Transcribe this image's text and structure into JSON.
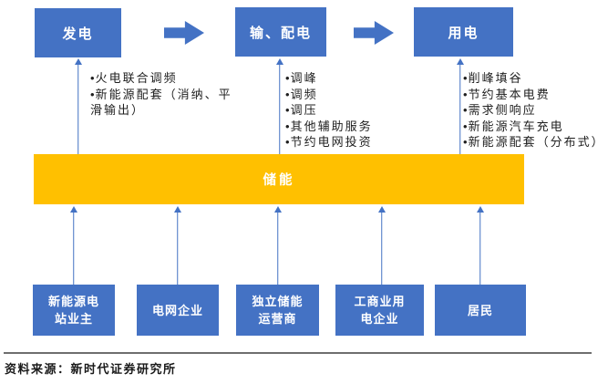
{
  "colors": {
    "stage_box_blue": "#4472C4",
    "storage_bar_orange": "#FFC000",
    "connector_blue": "#4472C4",
    "box_text_white": "#FFFFFF",
    "bullet_text": "#1F1F1F",
    "divider_gray": "#6E6E6E"
  },
  "stages": [
    {
      "label": "发电",
      "bullets": [
        "火电联合调频",
        "新能源配套（消纳、平滑输出）"
      ]
    },
    {
      "label": "输、配电",
      "bullets": [
        "调峰",
        "调频",
        "调压",
        "其他辅助服务",
        "节约电网投资"
      ]
    },
    {
      "label": "用电",
      "bullets": [
        "削峰填谷",
        "节约基本电费",
        "需求侧响应",
        "新能源汽车充电",
        "新能源配套（分布式）"
      ]
    }
  ],
  "storage": {
    "label": "储能"
  },
  "participants": [
    "新能源电站业主",
    "电网企业",
    "独立储能运营商",
    "工商业用电企业",
    "居民"
  ],
  "footer": {
    "source": "资料来源：新时代证券研究所"
  }
}
